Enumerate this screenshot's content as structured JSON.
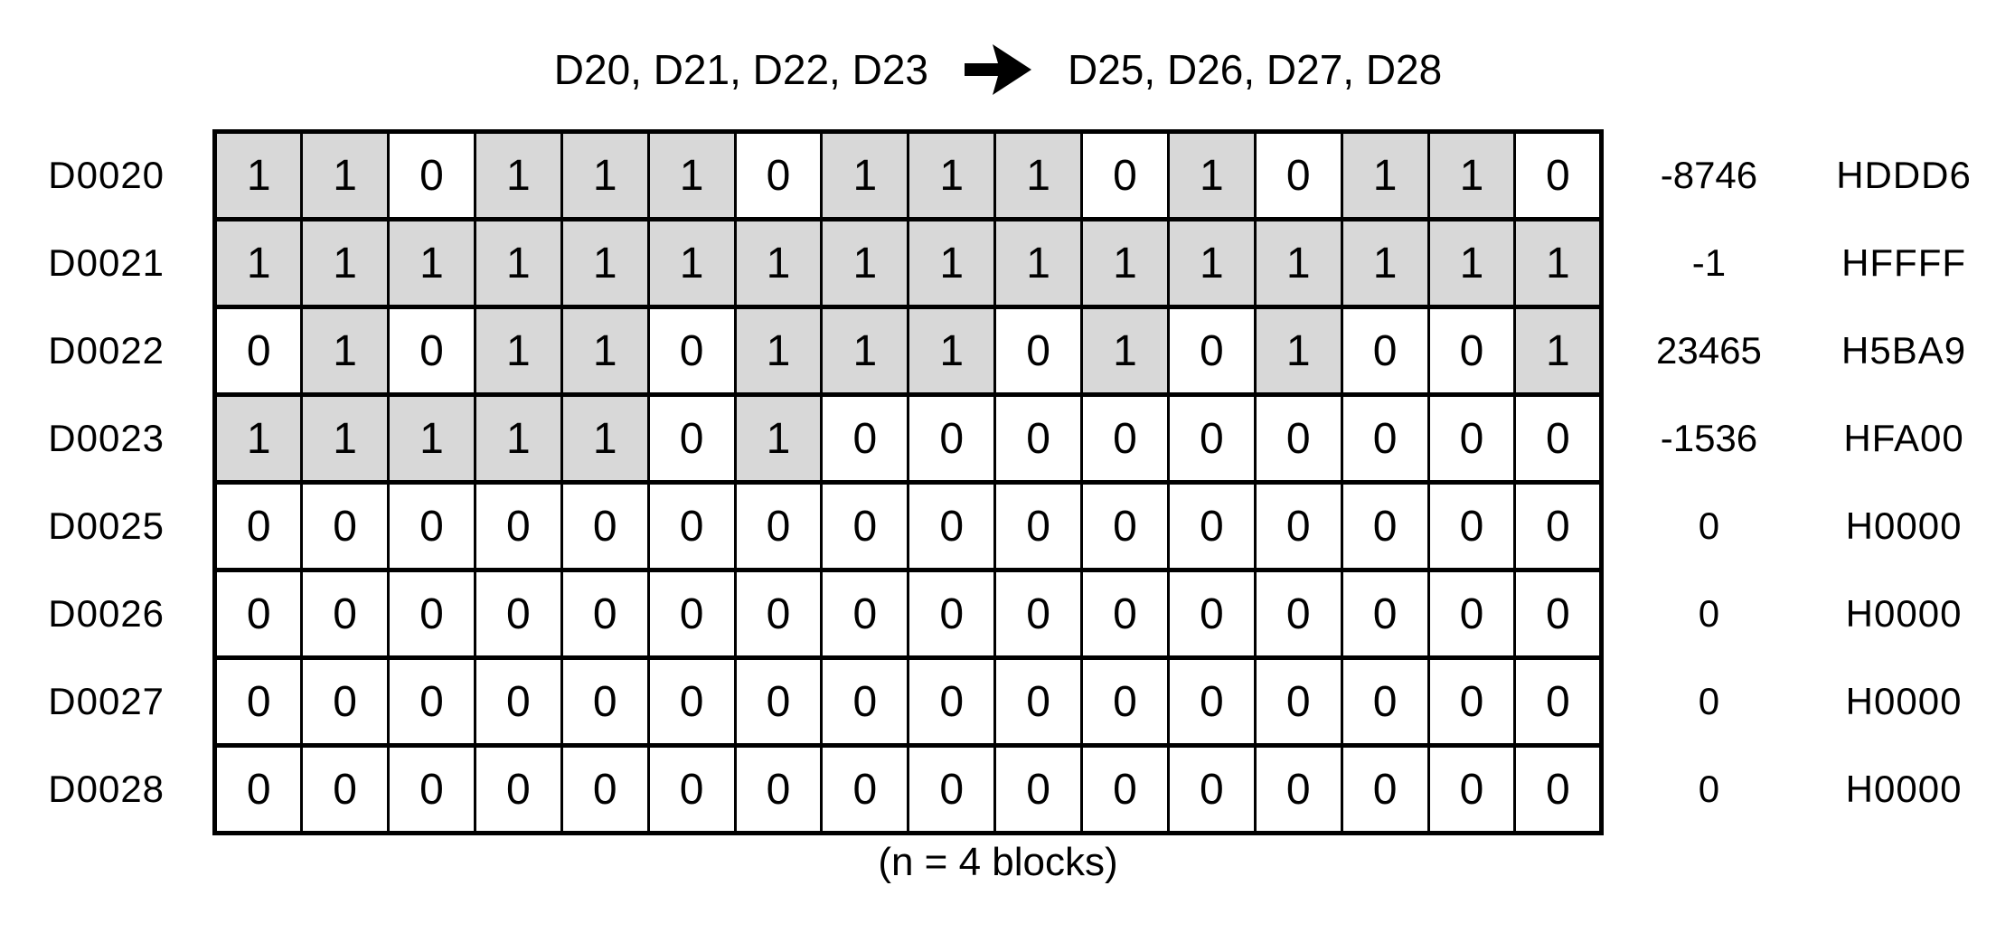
{
  "title": {
    "source": "D20, D21, D22, D23",
    "dest": "D25, D26, D27, D28",
    "arrow_icon": "bold-right-arrow"
  },
  "caption": {
    "text": "(n = 4 blocks)"
  },
  "colors": {
    "shaded_cell": "#d8d8d8",
    "cell_background": "#ffffff",
    "grid_border": "#000000",
    "text": "#000000"
  },
  "shading": {
    "rule": "cells containing bit value 1 are shaded gray",
    "shaded_when": 1
  },
  "table": {
    "bits_per_row": 16,
    "columns": [
      "register-label",
      "bits",
      "decimal-value",
      "hex-value"
    ],
    "rows": [
      {
        "label": "D0020",
        "bits": [
          1,
          1,
          0,
          1,
          1,
          1,
          0,
          1,
          1,
          1,
          0,
          1,
          0,
          1,
          1,
          0
        ],
        "decimal": "-8746",
        "hex": "HDDD6"
      },
      {
        "label": "D0021",
        "bits": [
          1,
          1,
          1,
          1,
          1,
          1,
          1,
          1,
          1,
          1,
          1,
          1,
          1,
          1,
          1,
          1
        ],
        "decimal": "-1",
        "hex": "HFFFF"
      },
      {
        "label": "D0022",
        "bits": [
          0,
          1,
          0,
          1,
          1,
          0,
          1,
          1,
          1,
          0,
          1,
          0,
          1,
          0,
          0,
          1
        ],
        "decimal": "23465",
        "hex": "H5BA9"
      },
      {
        "label": "D0023",
        "bits": [
          1,
          1,
          1,
          1,
          1,
          0,
          1,
          0,
          0,
          0,
          0,
          0,
          0,
          0,
          0,
          0
        ],
        "decimal": "-1536",
        "hex": "HFA00"
      },
      {
        "label": "D0025",
        "bits": [
          0,
          0,
          0,
          0,
          0,
          0,
          0,
          0,
          0,
          0,
          0,
          0,
          0,
          0,
          0,
          0
        ],
        "decimal": "0",
        "hex": "H0000"
      },
      {
        "label": "D0026",
        "bits": [
          0,
          0,
          0,
          0,
          0,
          0,
          0,
          0,
          0,
          0,
          0,
          0,
          0,
          0,
          0,
          0
        ],
        "decimal": "0",
        "hex": "H0000"
      },
      {
        "label": "D0027",
        "bits": [
          0,
          0,
          0,
          0,
          0,
          0,
          0,
          0,
          0,
          0,
          0,
          0,
          0,
          0,
          0,
          0
        ],
        "decimal": "0",
        "hex": "H0000"
      },
      {
        "label": "D0028",
        "bits": [
          0,
          0,
          0,
          0,
          0,
          0,
          0,
          0,
          0,
          0,
          0,
          0,
          0,
          0,
          0,
          0
        ],
        "decimal": "0",
        "hex": "H0000"
      }
    ]
  }
}
